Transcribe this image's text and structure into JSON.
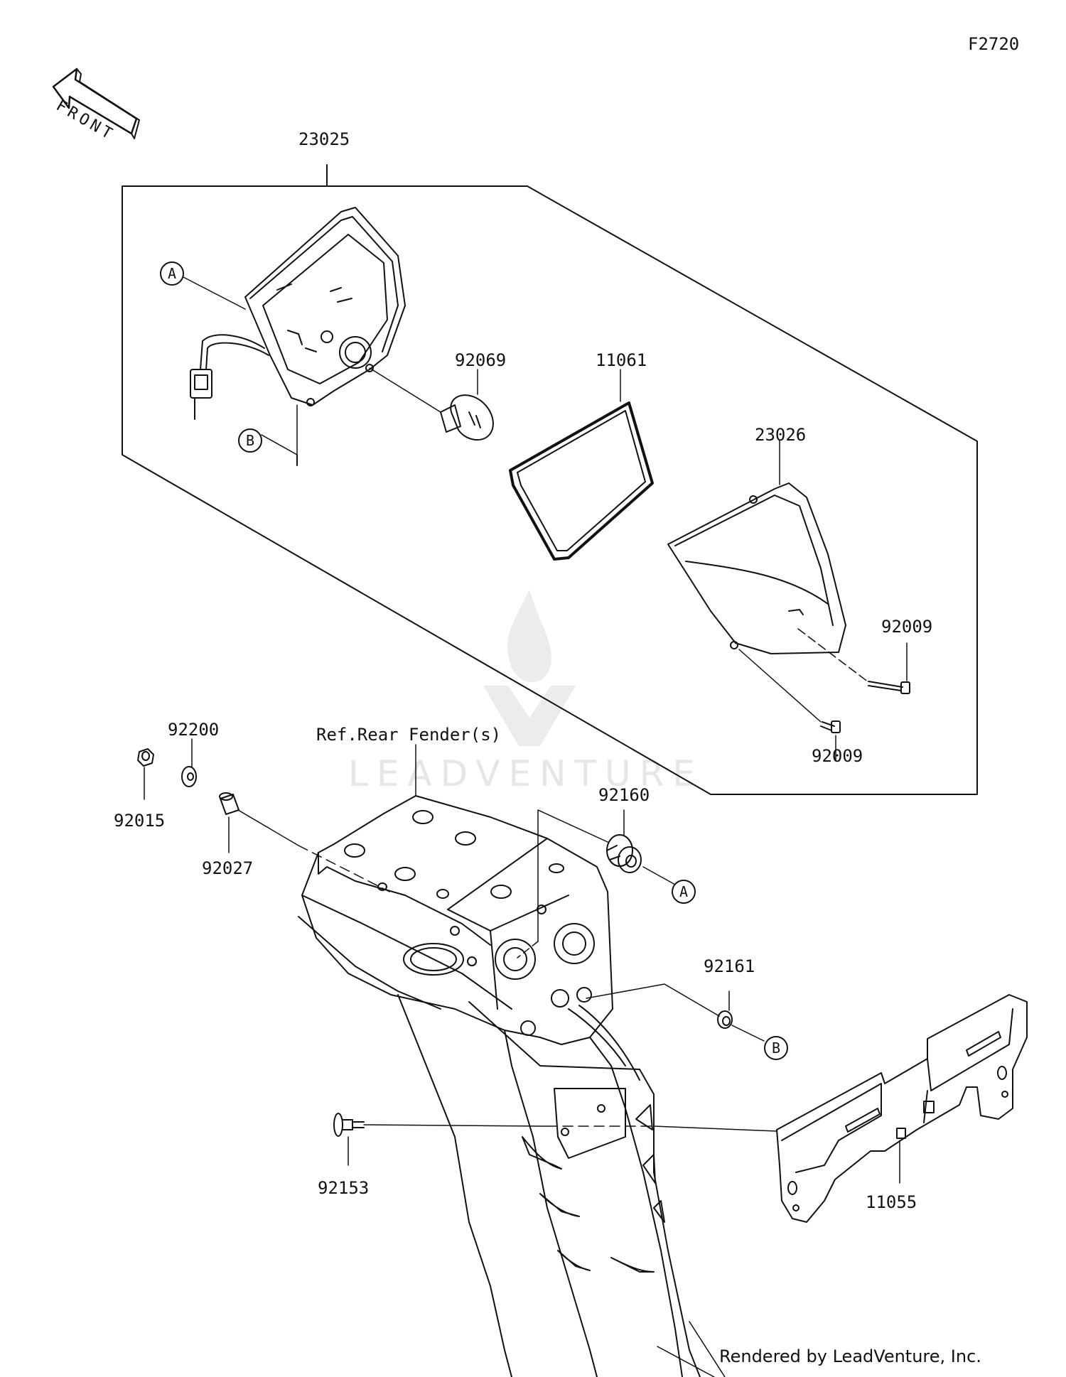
{
  "diagram_code": "F2720",
  "front_arrow_label": "FRONT",
  "parts": {
    "lamp_assembly": "23025",
    "bulb": "92069",
    "gasket": "11061",
    "lens": "23026",
    "screw_upper": "92009",
    "screw_lower": "92009",
    "collar_washer": "92200",
    "nut": "92015",
    "collar": "92027",
    "damper": "92160",
    "grommet": "92161",
    "bolt": "92153",
    "bracket": "11055"
  },
  "reference_label": "Ref.Rear Fender(s)",
  "callouts": {
    "a_upper": "A",
    "b_upper": "B",
    "a_lower": "A",
    "b_lower": "B"
  },
  "watermark": "LEADVENTURE",
  "credit": "Rendered by LeadVenture, Inc."
}
